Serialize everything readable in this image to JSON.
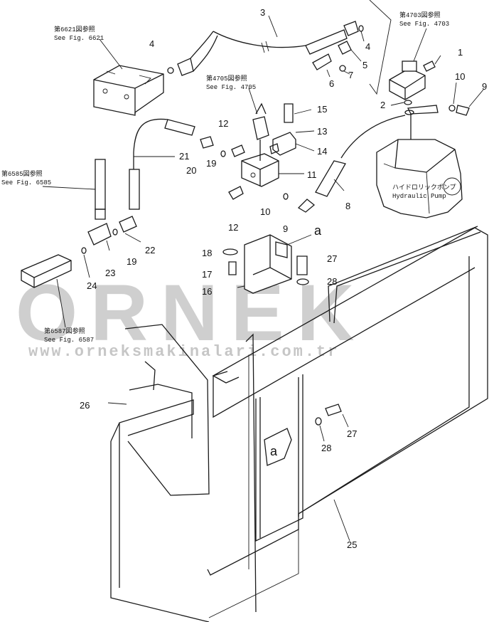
{
  "watermark": {
    "brand": "ORNEK",
    "url": "www.orneksmakinalari.com.tr"
  },
  "references": {
    "fig6621_jp": "第6621図参照",
    "fig6621_en": "See Fig. 6621",
    "fig4703_jp": "第4703図参照",
    "fig4703_en": "See Fig. 4703",
    "fig4705_jp": "第4705図参照",
    "fig4705_en": "See Fig. 4705",
    "fig6585_jp": "第6585図参照",
    "fig6585_en": "See Fig. 6585",
    "fig6587_jp": "第6587図参照",
    "fig6587_en": "See Fig. 6587"
  },
  "pump": {
    "label_jp": "ハイドロリックポンプ",
    "label_en": "Hydraulic Pump"
  },
  "detail": {
    "marker": "a"
  },
  "parts": {
    "p1": "1",
    "p2": "2",
    "p3": "3",
    "p4a": "4",
    "p4b": "4",
    "p5": "5",
    "p6": "6",
    "p7": "7",
    "p8": "8",
    "p9a": "9",
    "p9b": "9",
    "p10a": "10",
    "p10b": "10",
    "p11": "11",
    "p12a": "12",
    "p12b": "12",
    "p13": "13",
    "p14": "14",
    "p15": "15",
    "p16": "16",
    "p17": "17",
    "p18": "18",
    "p19a": "19",
    "p19b": "19",
    "p20": "20",
    "p21": "21",
    "p22": "22",
    "p23": "23",
    "p24": "24",
    "p25": "25",
    "p26": "26",
    "p27a": "27",
    "p27b": "27",
    "p28a": "28",
    "p28b": "28"
  }
}
